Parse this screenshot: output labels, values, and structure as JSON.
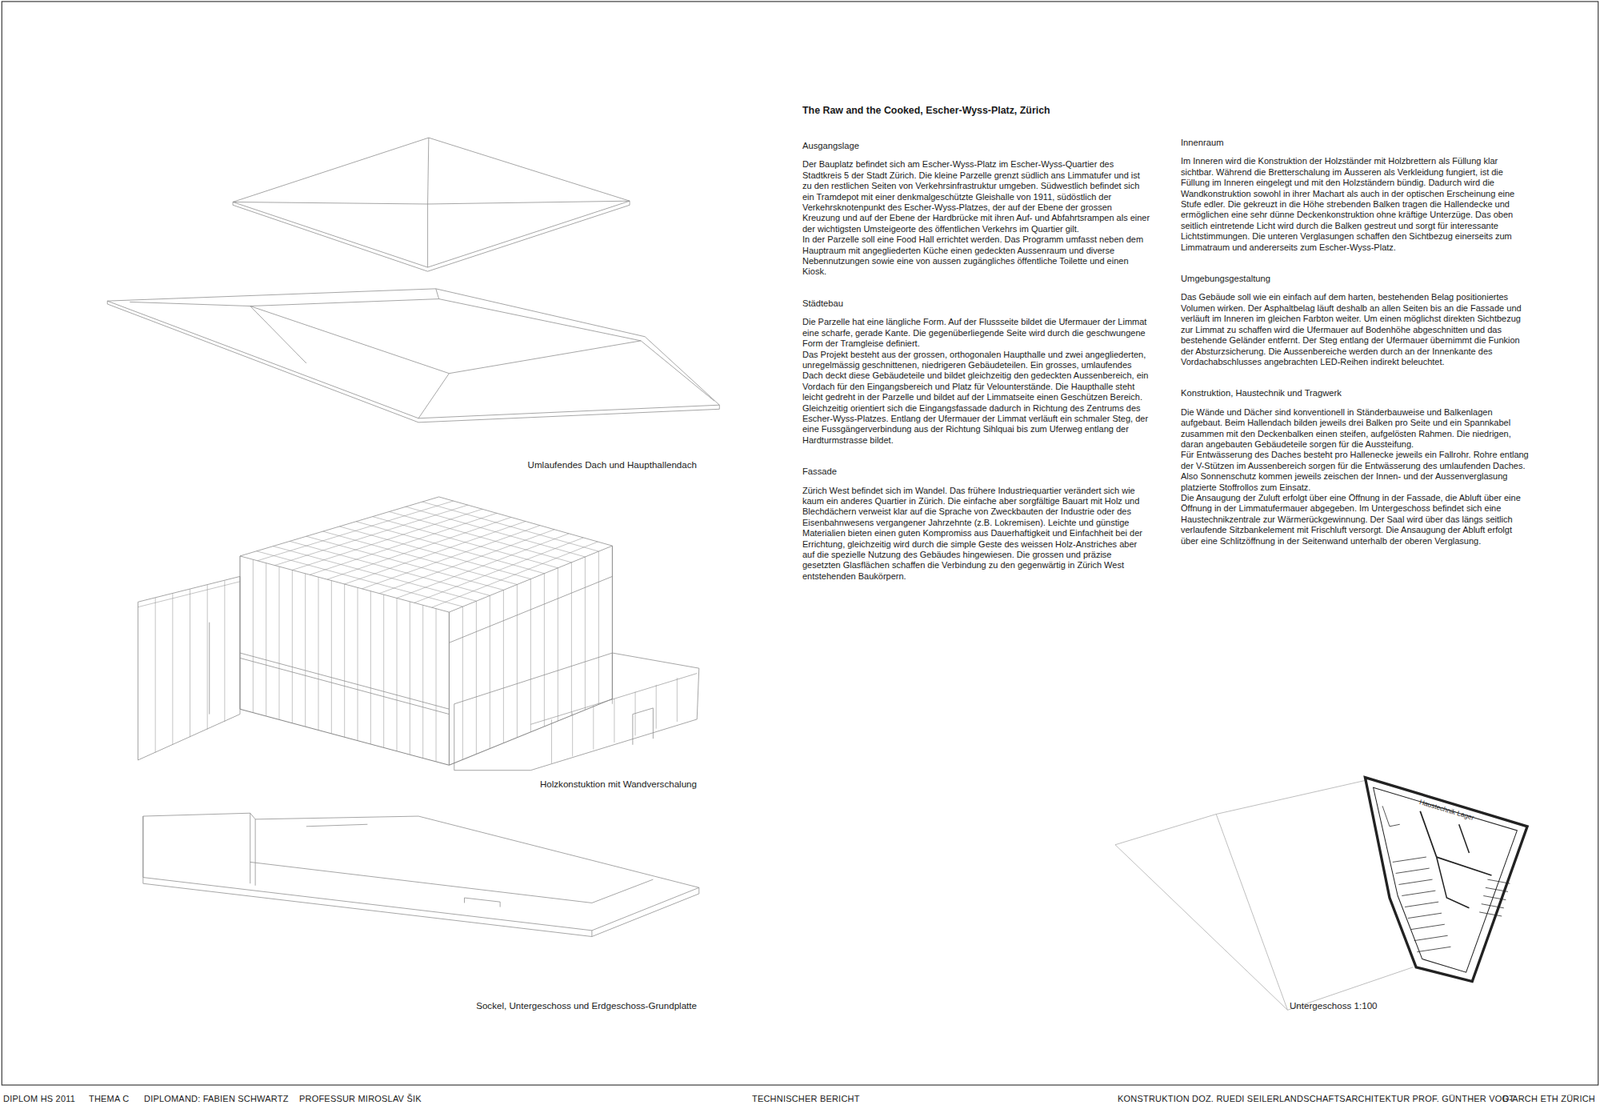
{
  "diagram": {
    "title": "The Raw and the Cooked, Escher-Wyss-Platz, Zürich",
    "labels": [
      "Ausgangslage",
      "Der Bauplatz befindet sich am Escher-Wyss-Platz im Escher-Wyss-Quartier des Stadtkreis 5 der Stadt Zürich. Die kleine Parzelle grenzt südlich ans Limmatufer und ist zu den restlichen Seiten von Verkehrsinfrastruktur umgeben. Südwestlich befindet sich ein Tramdepot mit einer denkmalgeschützte Gleishalle von 1911, südöstlich der Verkehrsknotenpunkt des Escher-Wyss-Platzes, der auf der Ebene der grossen Kreuzung und auf der Ebene der Hardbrücke mit ihren Auf- und Abfahrtsrampen als einer der wichtigsten Umsteigeorte des öffentlichen Verkehrs im Quartier gilt.",
      "In der Parzelle soll eine Food Hall errichtet werden. Das Programm umfasst neben dem Hauptraum mit angegliederten Küche einen gedeckten Aussenraum und diverse Nebennutzungen sowie eine von aussen zugängliches öffentliche Toilette und einen Kiosk.",
      "Städtebau",
      "Die Parzelle hat eine längliche Form. Auf der Flussseite bildet die Ufermauer der Limmat eine scharfe, gerade Kante. Die gegenüberliegende Seite wird durch die geschwungene Form der Tramgleise definiert.",
      "Das Projekt besteht aus der grossen, orthogonalen Haupthalle und zwei angegliederten, unregelmässig geschnittenen, niedrigeren Gebäudeteilen. Ein grosses, umlaufendes Dach deckt diese Gebäudeteile und bildet gleichzeitig den gedeckten Aussenbereich, ein Vordach für den Eingangsbereich und Platz für Velounterstände. Die Haupthalle steht leicht gedreht in der Parzelle und bildet auf der Limmatseite einen Geschützen Bereich. Gleichzeitig orientiert sich die Eingangsfassade dadurch in Richtung des Zentrums des Escher-Wyss-Platzes. Entlang der Ufermauer der Limmat verläuft ein schmaler Steg, der eine Fussgängerverbindung aus der Richtung Sihlquai bis zum Uferweg entlang der Hardturmstrasse bildet.",
      "Fassade",
      "Zürich West befindet sich im Wandel. Das frühere Industriequartier verändert sich wie kaum ein anderes Quartier in Zürich. Die einfache aber sorgfältige Bauart mit Holz und Blechdächern verweist klar auf die Sprache von Zweckbauten der Industrie oder des Eisenbahnwesens vergangener Jahrzehnte (z.B. Lokremisen). Leichte und günstige Materialien bieten einen guten Kompromiss aus Dauerhaftigkeit und Einfachheit bei der Errichtung, gleichzeitig wird durch die simple Geste des weissen Holz-Anstriches aber auf die spezielle Nutzung des Gebäudes hingewiesen. Die grossen und präzise gesetzten Glasflächen schaffen die Verbindung zu den gegenwärtig in Zürich West entstehenden Baukörpern.",
      "Innenraum",
      "Im Inneren wird die Konstruktion der Holzständer mit Holzbrettern als Füllung klar sichtbar. Während die Bretterschalung im Äusseren als Verkleidung fungiert, ist die Füllung im Inneren eingelegt und mit den Holzständern bündig. Dadurch wird die Wandkonstruktion sowohl in ihrer Machart als auch in der optischen Erscheinung eine Stufe edler. Die gekreuzt in die Höhe strebenden Balken tragen die Hallendecke und ermöglichen eine sehr dünne Deckenkonstruktion ohne kräftige Unterzüge. Das oben seitlich eintretende Licht wird durch die Balken gestreut und sorgt für interessante Lichtstimmungen. Die unteren Verglasungen schaffen den Sichtbezug einerseits zum Limmatraum und andererseits zum Escher-Wyss-Platz.",
      "Umgebungsgestaltung",
      "Das Gebäude soll wie ein einfach auf dem harten, bestehenden Belag positioniertes Volumen wirken. Der Asphaltbelag läuft deshalb an allen Seiten bis an die Fassade und verläuft im Inneren im gleichen Farbton weiter. Um einen möglichst direkten Sichtbezug zur Limmat zu schaffen wird die Ufermauer auf Bodenhöhe abgeschnitten und das bestehende Geländer entfernt. Der Steg entlang der Ufermauer übernimmt die Funkion der Absturzsicherung. Die Aussenbereiche werden durch an der Innenkante des Vordachabschlusses angebrachten LED-Reihen indirekt beleuchtet.",
      "Konstruktion, Haustechnik und Tragwerk",
      "Die Wände und Dächer sind konventionell in Ständerbauweise und Balkenlagen aufgebaut. Beim Hallendach bilden jeweils drei Balken pro Seite und ein Spannkabel zusammen mit den Deckenbalken einen steifen, aufgelösten Rahmen. Die niedrigen, daran angebauten Gebäudeteile sorgen für die Aussteifung.",
      "Für Entwässerung des Daches besteht pro Hallenecke jeweils ein Fallrohr. Rohre entlang der V-Stützen im Aussenbereich sorgen für die Entwässerung des umlaufenden Daches.",
      "Also Sonnenschutz kommen jeweils zeischen der Innen- und der Aussenverglasung platzierte Stoffrollos zum Einsatz.",
      "Die Ansaugung der Zuluft erfolgt über eine Öffnung in der Fassade, die Abluft über eine Öffnung in der Limmatufermauer abgegeben. Im Untergeschoss befindet sich eine Haustechnikzentrale zur Wärmerückgewinnung. Der Saal wird über das längs seitlich verlaufende Sitzbankelement mit Frischluft versorgt. Die Ansaugung der Abluft erfolgt über eine Schlitzöffnung in der Seitenwand unterhalb der oberen Verglasung.",
      "Umlaufendes Dach und Haupthallendach",
      "Holzkonstuktion mit Wandverschalung",
      "Sockel, Untergeschoss und Erdgeschoss-Grundplatte",
      "Haustechnik",
      "Lager",
      "Untergeschoss 1:100",
      "DIPLOM HS 2011",
      "THEMA C",
      "DIPLOMAND: FABIEN SCHWARTZ",
      "PROFESSUR MIROSLAV ŠIK",
      "TECHNISCHER BERICHT",
      "KONSTRUKTION DOZ. RUEDI SEILER",
      "LANDSCHAFTSARCHITEKTUR PROF. GÜNTHER VOGT",
      "D-ARCH ETH ZÜRICH"
    ]
  }
}
